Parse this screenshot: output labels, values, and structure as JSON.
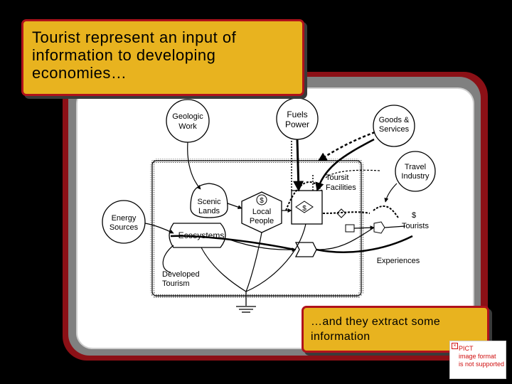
{
  "slide": {
    "callout_top": "Tourist represent an input of information to developing economies…",
    "callout_bottom": "…and they extract some information",
    "pict_placeholder": [
      "PICT",
      "image format",
      "is not supported"
    ]
  },
  "diagram": {
    "nodes": {
      "geologic_work": [
        "Geologic",
        "Work"
      ],
      "fuels_power": [
        "Fuels",
        "Power"
      ],
      "goods_services": [
        "Goods &",
        "Services"
      ],
      "travel_industry": [
        "Travel",
        "Industry"
      ],
      "energy_sources": [
        "Energy",
        "Sources"
      ],
      "scenic_lands": [
        "Scenic",
        "Lands"
      ],
      "local_people": [
        "Local",
        "People"
      ],
      "tourist_facilities": [
        "Toursit",
        "Facilities"
      ],
      "ecosystems": "Ecosystems",
      "tourists": "Tourists",
      "experiences": "Experiences",
      "developed_tourism": [
        "Developed",
        "Tourism"
      ],
      "dollar": "$"
    }
  },
  "colors": {
    "background": "#000000",
    "callout_fill": "#e8b31f",
    "callout_border": "#b0121b",
    "frame_outer": "#8c1016",
    "frame_inner": "#808080"
  }
}
